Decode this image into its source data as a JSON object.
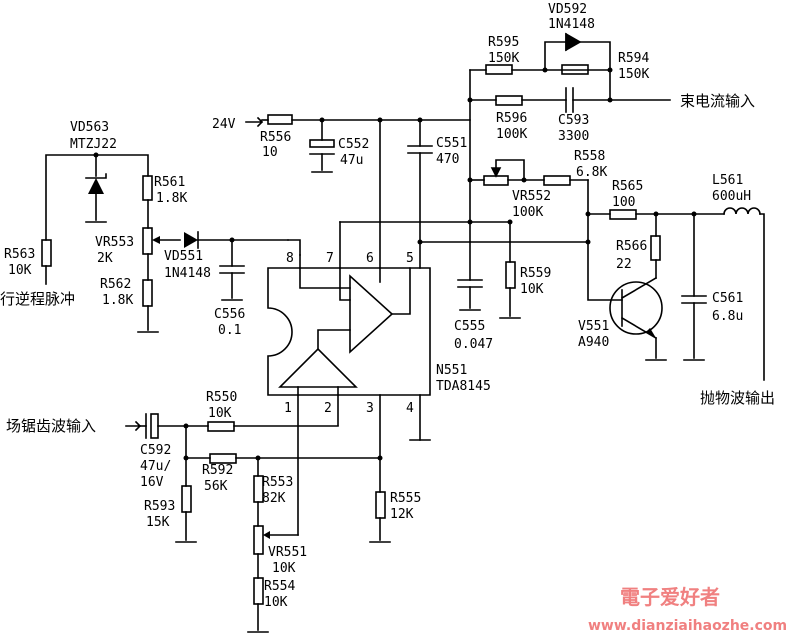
{
  "labels": {
    "vd592": "VD592",
    "vd592_v": "1N4148",
    "r595": "R595",
    "r595_v": "150K",
    "r594": "R594",
    "r594_v": "150K",
    "r596": "R596",
    "r596_v": "100K",
    "c593": "C593",
    "c593_v": "3300",
    "beam_in": "束电流输入",
    "vd563": "VD563",
    "vd563_v": "MTZJ22",
    "v24": "24V",
    "r556": "R556",
    "r556_v": "10",
    "c552": "C552",
    "c552_v": "47u",
    "c551": "C551",
    "c551_v": "470",
    "r558": "R558",
    "r558_v": "6.8K",
    "r561": "R561",
    "r561_v": "1.8K",
    "vr552": "VR552",
    "vr552_v": "100K",
    "r565": "R565",
    "r565_v": "100",
    "l561": "L561",
    "l561_v": "600uH",
    "r563": "R563",
    "r563_v": "10K",
    "vr553": "VR553",
    "vr553_v": "2K",
    "vd551": "VD551",
    "vd551_v": "1N4148",
    "r562": "R562",
    "r562_v": "1.8K",
    "h_pulse": "行逆程脉冲",
    "c556": "C556",
    "c556_v": "0.1",
    "r566": "R566",
    "r566_v": "22",
    "r559": "R559",
    "r559_v": "10K",
    "c555": "C555",
    "c555_v": "0.047",
    "v551": "V551",
    "v551_v": "A940",
    "c561": "C561",
    "c561_v": "6.8u",
    "n551": "N551",
    "n551_v": "TDA8145",
    "para_out": "抛物波输出",
    "r550": "R550",
    "r550_v": "10K",
    "saw_in": "场锯齿波输入",
    "c592": "C592",
    "c592_v1": "47u/",
    "c592_v2": "16V",
    "r592": "R592",
    "r592_v": "56K",
    "r553": "R553",
    "r553_v": "82K",
    "r555": "R555",
    "r555_v": "12K",
    "r593": "R593",
    "r593_v": "15K",
    "vr551": "VR551",
    "vr551_v": "10K",
    "r554": "R554",
    "r554_v": "10K"
  },
  "ic_pins": {
    "p1": "1",
    "p2": "2",
    "p3": "3",
    "p4": "4",
    "p5": "5",
    "p6": "6",
    "p7": "7",
    "p8": "8"
  },
  "watermark": {
    "brand": "電子爱好者",
    "url": "www.dianziaihaozhe.com"
  }
}
